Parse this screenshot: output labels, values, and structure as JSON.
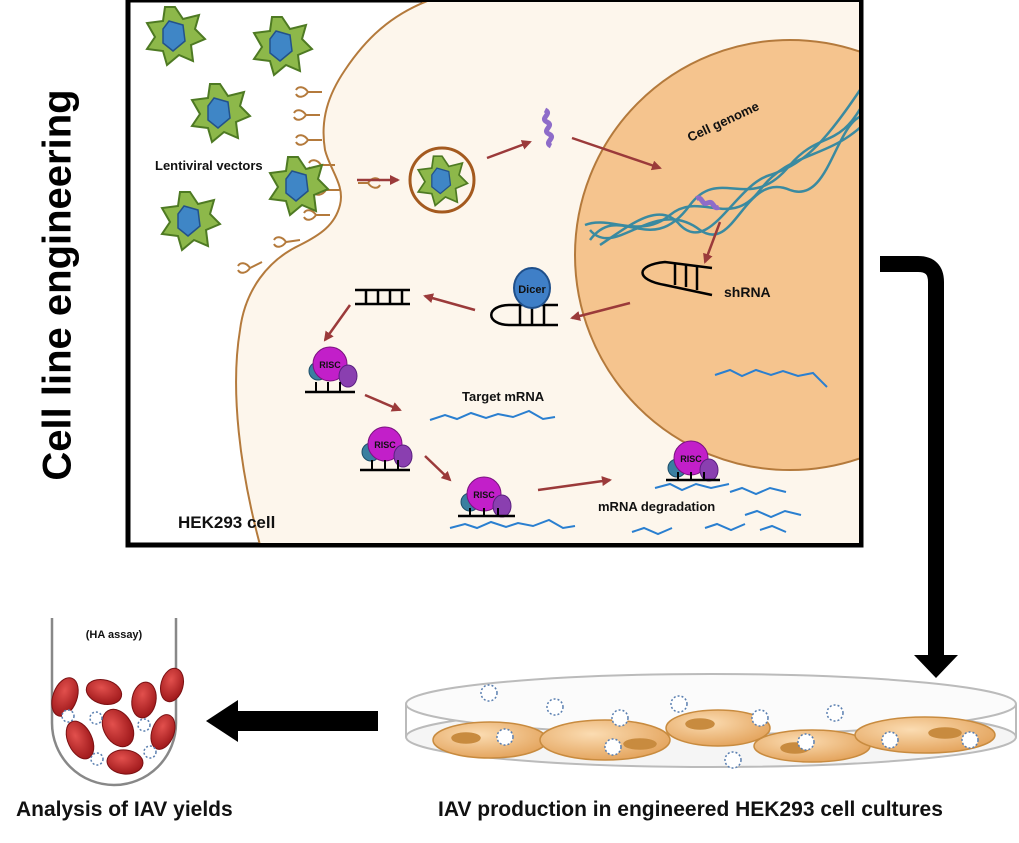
{
  "section_title": "Cell line engineering",
  "labels": {
    "lentiviral_vectors": "Lentiviral vectors",
    "cell_genome": "Cell genome",
    "shrna": "shRNA",
    "dicer": "Dicer",
    "risc": "RISC",
    "target_mrna": "Target mRNA",
    "mrna_degradation": "mRNA degradation",
    "cell_name": "HEK293 cell",
    "ha_assay": "(HA assay)"
  },
  "captions": {
    "analysis": "Analysis of IAV yields",
    "production": "IAV production in engineered HEK293 cell cultures"
  },
  "colors": {
    "cytoplasm": "#fdf6ec",
    "nucleus": "#f5c48e",
    "membrane": "#b47a3c",
    "arrow": "#9b3a3a",
    "dna": "#3a8aa0",
    "risc": "#c21fc9",
    "dicer": "#3f7fc7",
    "mrna": "#2a7fd0",
    "virus": "#8db84a",
    "rbc": "#c8282a"
  }
}
